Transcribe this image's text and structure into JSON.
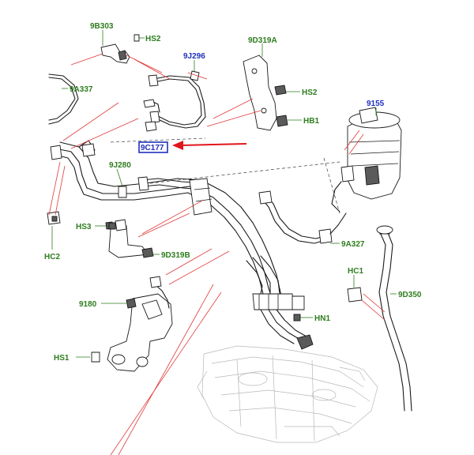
{
  "diagram": {
    "labels": {
      "p9b303": "9B303",
      "hs2_top": "HS2",
      "p9j296": "9J296",
      "p9d319a": "9D319A",
      "p9a337": "9A337",
      "hs2_right": "HS2",
      "hb1": "HB1",
      "p9155": "9155",
      "p9c177": "9C177",
      "p9j280": "9J280",
      "hs3": "HS3",
      "hc2": "HC2",
      "p9d319b": "9D319B",
      "p9a327": "9A327",
      "hc1": "HC1",
      "p9d350": "9D350",
      "p9180": "9180",
      "hn1": "HN1",
      "hs1": "HS1"
    },
    "colors": {
      "label_green": "#2e7d1e",
      "label_blue": "#1f2fbf",
      "leader_red": "#e23a3a",
      "highlight_box": "#1f2fbf",
      "callout_arrow": "#e0161b"
    }
  }
}
